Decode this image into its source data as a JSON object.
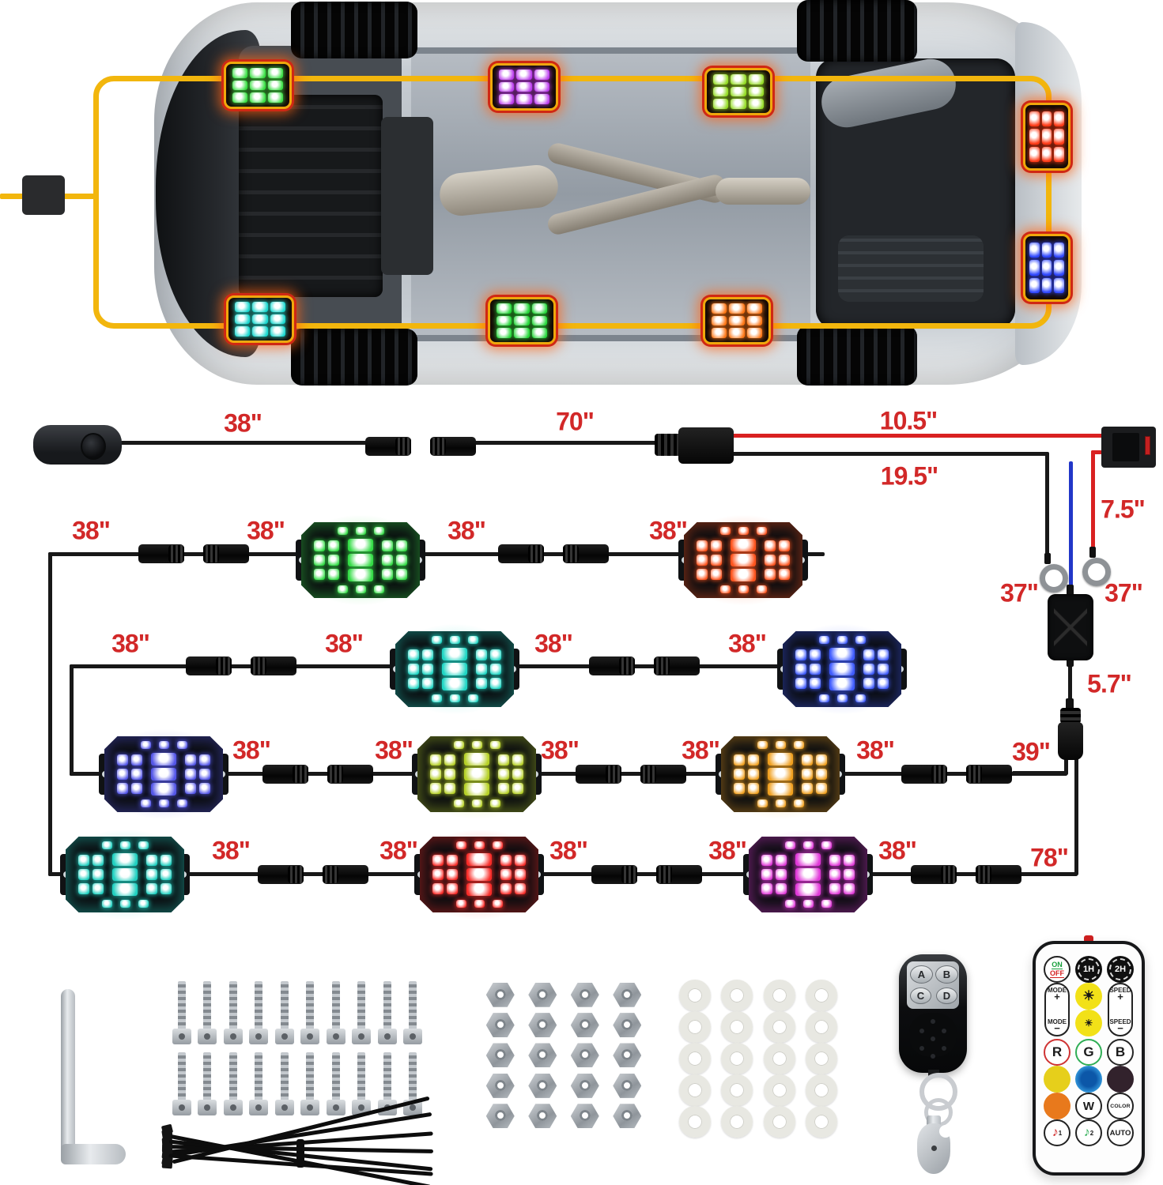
{
  "colors": {
    "label_red": "#d22828",
    "harness_yellow": "#f2b60d",
    "wire_black": "#181818",
    "wire_red": "#d92121",
    "wire_blue": "#2236c8",
    "pod_highlight_ring": "#cf2814",
    "pod_highlight_border": "#f0a80c"
  },
  "diagram_labels": {
    "switch_to_conn": "38\"",
    "extension_70": "70\"",
    "power_red": "10.5\"",
    "power_black": "19.5\"",
    "fuse_tail": "7.5\"",
    "ground_left": "37\"",
    "power_right": "37\"",
    "controller_tail": "5.7\"",
    "chain_top_lead": "39\"",
    "chain_bottom_lead": "78\"",
    "row1": [
      "38\"",
      "38\"",
      "38\"",
      "38\""
    ],
    "row2": [
      "38\"",
      "38\"",
      "38\"",
      "38\""
    ],
    "row3": [
      "38\"",
      "38\"",
      "38\"",
      "38\"",
      "38\""
    ],
    "row4": [
      "38\"",
      "38\"",
      "38\"",
      "38\"",
      "38\""
    ]
  },
  "pod_glows": {
    "car1": "60,224,70",
    "car2": "188,62,238",
    "car3": "150,220,40",
    "car4": "255,60,24",
    "car5": "48,72,255",
    "car6": "28,216,208",
    "car7": "40,216,60",
    "car8": "255,120,24",
    "d11": "52,220,70",
    "d12": "255,84,30",
    "d21": "32,214,196",
    "d22": "64,92,255",
    "d31": "84,86,232",
    "d32": "182,208,40",
    "d33": "240,160,32",
    "d41": "32,208,192",
    "d42": "248,44,40",
    "d43": "224,56,216"
  },
  "remote": {
    "on": "ON",
    "off": "OFF",
    "timer1": "1H",
    "timer2": "2H",
    "mode": "MODE",
    "speed": "SPEED",
    "plus": "+",
    "minus": "−",
    "sun": "☀",
    "r": "R",
    "g": "G",
    "b": "B",
    "w": "W",
    "color": "COLOR",
    "auto": "AUTO",
    "music": "♪",
    "music1_num": "1",
    "music2_num": "2"
  },
  "fob": {
    "a": "A",
    "b": "B",
    "c": "C",
    "d": "D"
  },
  "accessories": {
    "screws_per_row": 10,
    "screw_rows": 2,
    "nut_count": 20,
    "washer_count": 20,
    "zip_tie_count": 7
  }
}
